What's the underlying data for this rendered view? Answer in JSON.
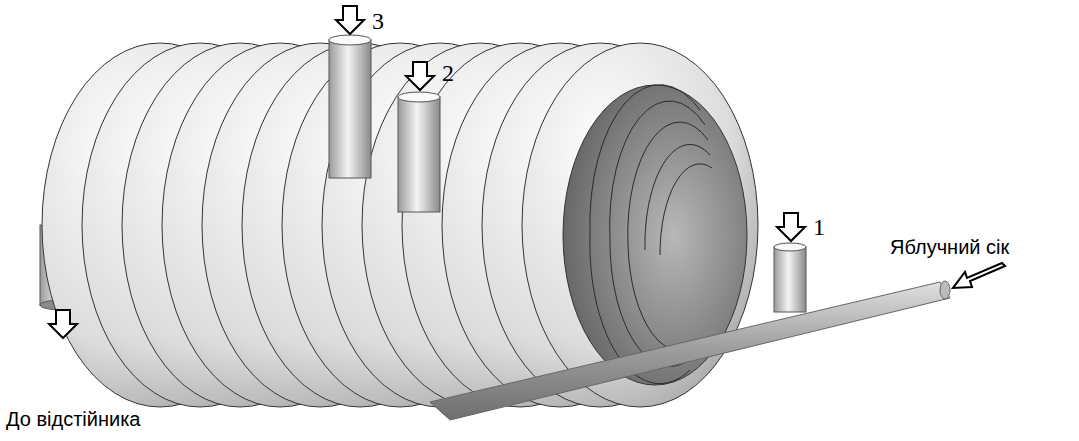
{
  "diagram": {
    "labels": [
      "3",
      "2",
      "1",
      "Яблучний сік",
      "До відстійника"
    ]
  }
}
